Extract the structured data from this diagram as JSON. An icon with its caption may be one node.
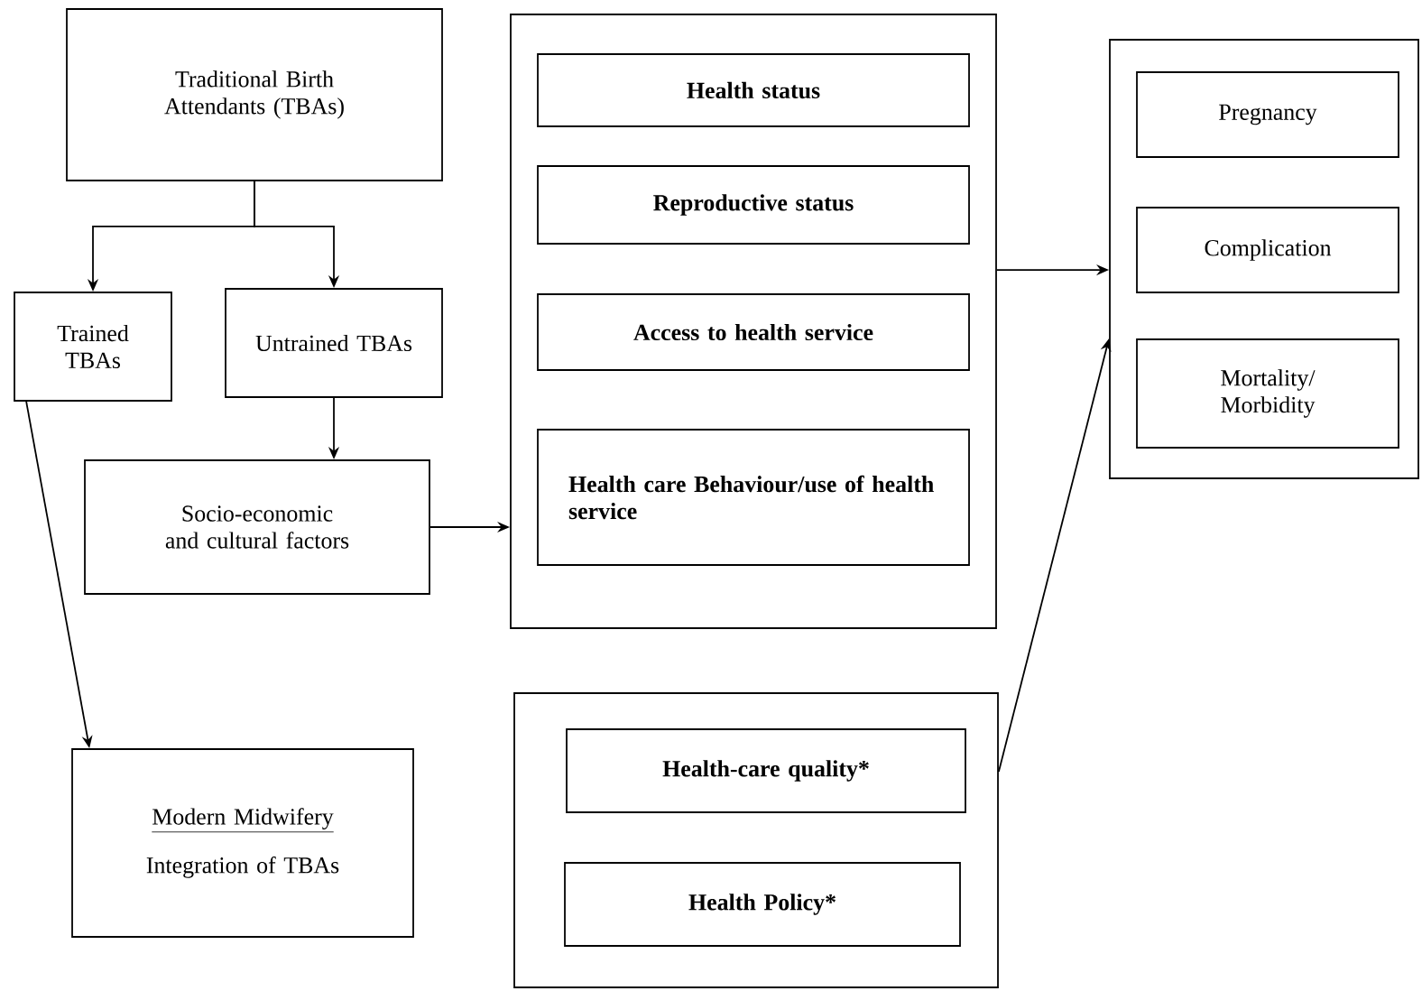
{
  "diagram": {
    "nodes": [
      {
        "text": [
          "Traditional Birth Attendants (TBAs)"
        ]
      },
      {
        "text": [
          "Trained TBAs"
        ]
      },
      {
        "text": [
          "Untrained TBAs"
        ]
      },
      {
        "text": [
          "Socio-economic and cultural factors"
        ]
      },
      {
        "text": [],
        "shape": "box"
      },
      {
        "text": [
          "Health status"
        ],
        "in": 4
      },
      {
        "text": [
          "Reproductive status"
        ],
        "in": 4
      },
      {
        "text": [
          "Access to health service"
        ],
        "in": 4
      },
      {
        "text": [
          "Health care Behaviour/use of health service"
        ],
        "in": 4
      },
      {
        "text": [],
        "shape": "box"
      },
      {
        "text": [
          "Pregnancy"
        ],
        "in": 9
      },
      {
        "text": [
          "Complication"
        ],
        "in": 9
      },
      {
        "text": [
          "Mortality/ Morbidity"
        ],
        "in": 9
      },
      {
        "text": [],
        "shape": "box"
      },
      {
        "text": [
          "Health-care quality*"
        ],
        "in": 13
      },
      {
        "text": [
          "Health Policy*"
        ],
        "in": 13
      },
      {
        "text": [
          "Modern Midwifery",
          "Integration of TBAs"
        ]
      }
    ],
    "edges": [
      {
        "from": 0,
        "to": 1,
        "arrow": "to"
      },
      {
        "from": 0,
        "to": 2,
        "arrow": "to"
      },
      {
        "from": 2,
        "to": 3,
        "arrow": "to"
      },
      {
        "from": 3,
        "to": 4,
        "arrow": "to"
      },
      {
        "from": 4,
        "to": 9,
        "arrow": "to"
      },
      {
        "from": 13,
        "to": 9,
        "arrow": "to"
      },
      {
        "from": 1,
        "to": 16,
        "arrow": "to"
      }
    ]
  }
}
